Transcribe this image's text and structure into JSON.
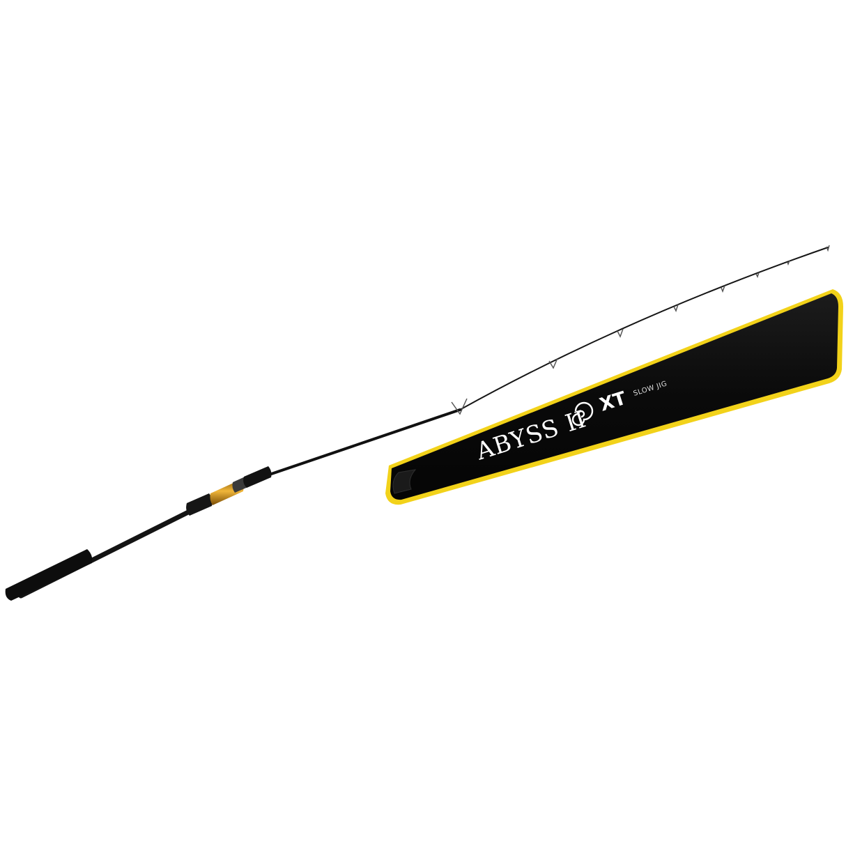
{
  "product": {
    "brand_name": "ABYSS II",
    "model_suffix": "XT",
    "tagline": "SLOW JIG",
    "logo_icon": "spiral-swirl-icon"
  },
  "colors": {
    "background": "#ffffff",
    "rod_blank": "#111111",
    "grip": "#0d0d0d",
    "reel_seat_gold": "#d99a1e",
    "case_body": "#0b0b0b",
    "case_trim_yellow": "#f2d21a",
    "case_text": "#ffffff"
  }
}
